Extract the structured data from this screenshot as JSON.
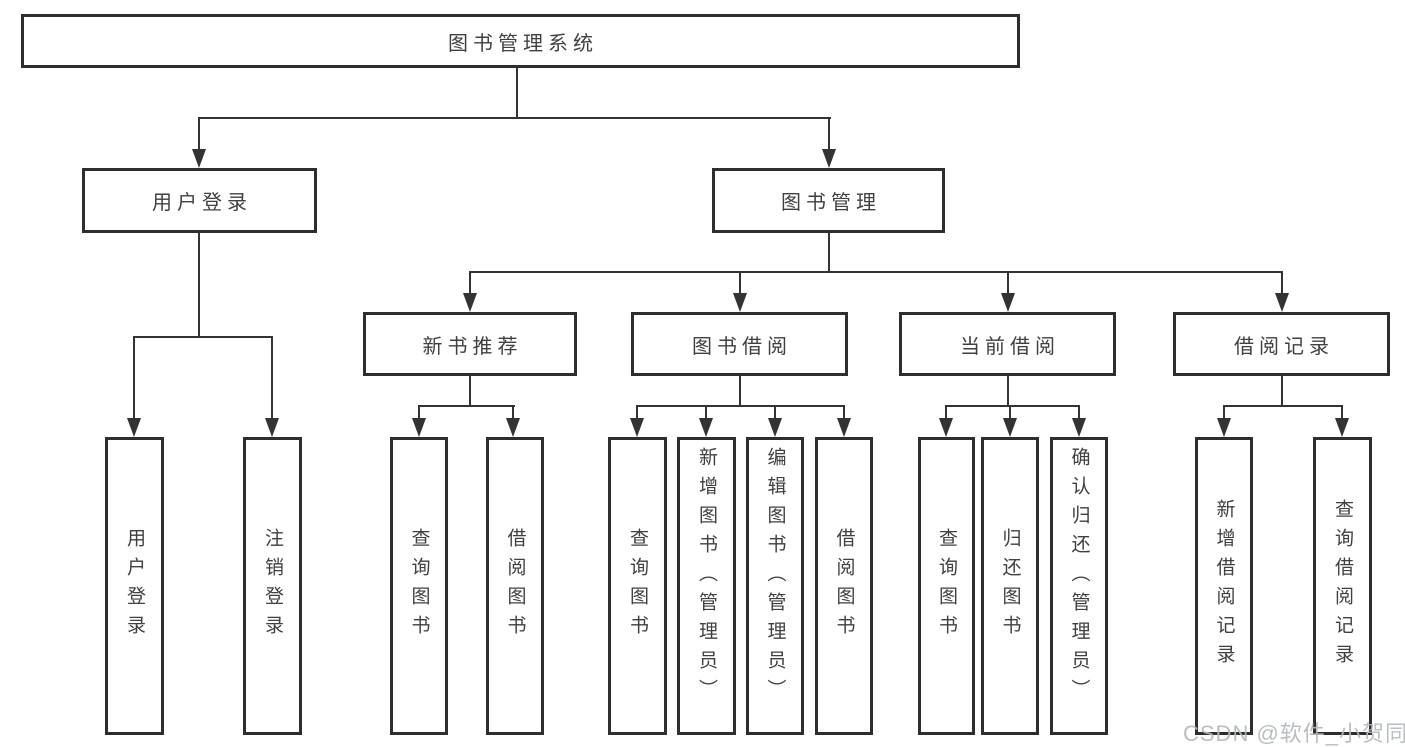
{
  "diagram": {
    "root_label": "图书管理系统",
    "level2": [
      {
        "label": "用户登录"
      },
      {
        "label": "图书管理"
      }
    ],
    "level3": [
      {
        "label": "新书推荐"
      },
      {
        "label": "图书借阅"
      },
      {
        "label": "当前借阅"
      },
      {
        "label": "借阅记录"
      }
    ],
    "leaves": {
      "user_login": [
        "用户登录",
        "注销登录"
      ],
      "new_book": [
        "查询图书",
        "借阅图书"
      ],
      "book_borrow": [
        "查询图书",
        "新增图书（管理员）",
        "编辑图书（管理员）",
        "借阅图书"
      ],
      "current_borrow": [
        "查询图书",
        "归还图书",
        "确认归还（管理员）"
      ],
      "borrow_records": [
        "新增借阅记录",
        "查询借阅记录"
      ]
    },
    "colors": {
      "line": "#333333",
      "box_border": "#2e2e2e",
      "text": "#404040",
      "background": "#ffffff"
    }
  },
  "watermark": {
    "text": "CSDN @软件_小贺同学"
  }
}
